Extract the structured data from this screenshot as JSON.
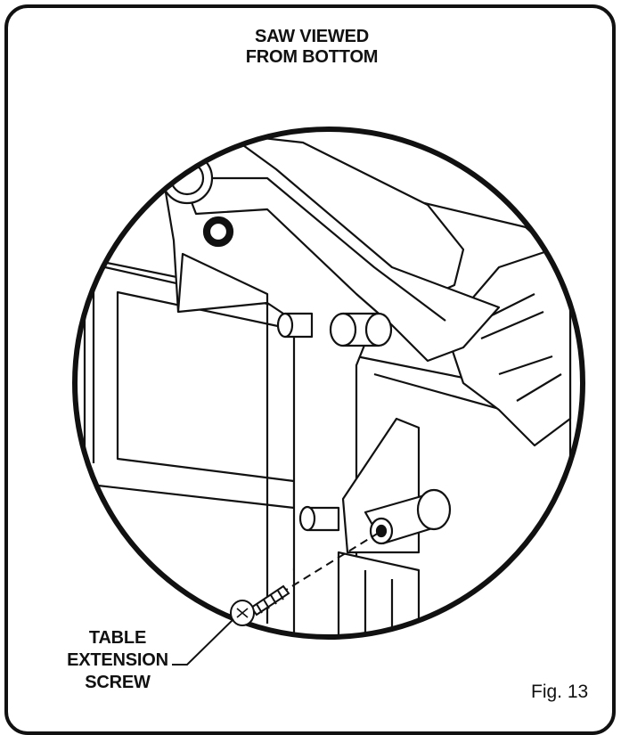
{
  "title_lines": [
    "SAW VIEWED",
    "FROM BOTTOM"
  ],
  "callout_lines": [
    "TABLE",
    "EXTENSION",
    "SCREW"
  ],
  "figure_label": "Fig. 13"
}
